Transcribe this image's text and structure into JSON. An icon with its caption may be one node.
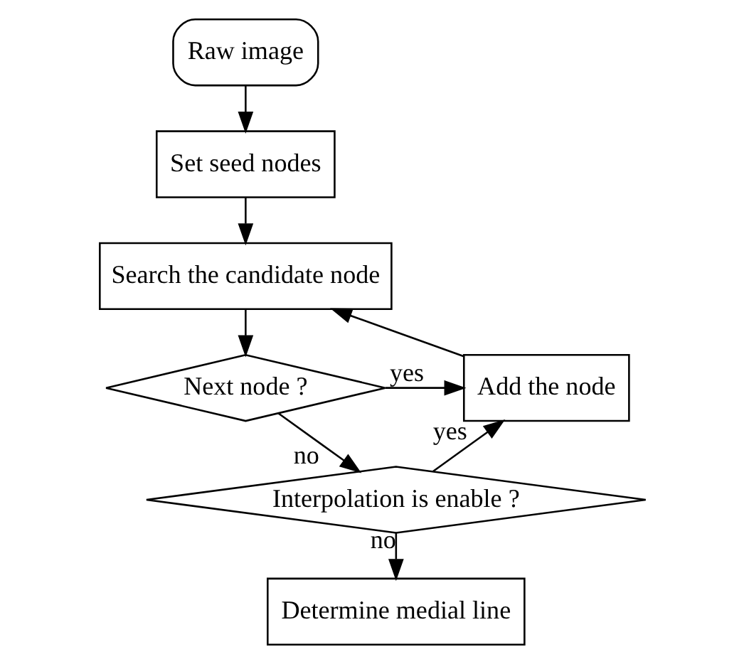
{
  "diagram": {
    "nodes": [
      {
        "text": [
          "Raw image"
        ]
      },
      {
        "text": [
          "Set seed nodes"
        ]
      },
      {
        "text": [
          "Search the candidate node"
        ]
      },
      {
        "text": [
          "Next node ?"
        ]
      },
      {
        "text": [
          "Add the node"
        ]
      },
      {
        "text": [
          "Interpolation is enable ?"
        ]
      },
      {
        "text": [
          "Determine medial line"
        ]
      }
    ],
    "edges": [
      {
        "from": 0,
        "to": 1,
        "arrow": "to"
      },
      {
        "from": 1,
        "to": 2,
        "arrow": "to"
      },
      {
        "from": 2,
        "to": 3,
        "arrow": "to"
      },
      {
        "from": 3,
        "to": 4,
        "arrow": "to",
        "label": "yes"
      },
      {
        "from": 3,
        "to": 5,
        "arrow": "to",
        "label": "no"
      },
      {
        "from": 5,
        "to": 4,
        "arrow": "to",
        "label": "yes"
      },
      {
        "from": 4,
        "to": 2,
        "arrow": "to"
      },
      {
        "from": 5,
        "to": 6,
        "arrow": "to",
        "label": "no"
      }
    ]
  }
}
